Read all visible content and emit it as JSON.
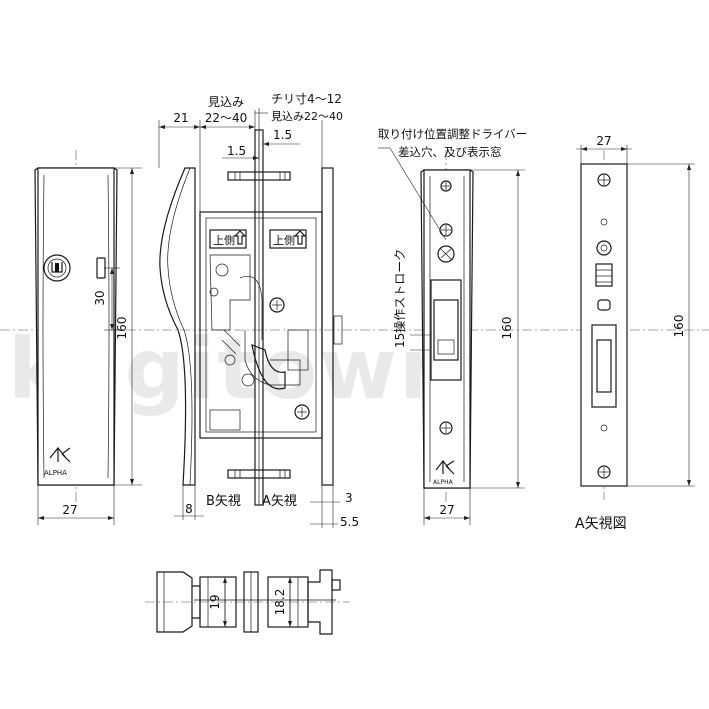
{
  "watermark": "kagitown",
  "dims": {
    "face_width": "27",
    "height": "160",
    "offset_30": "30",
    "depth_21": "21",
    "depth_8": "8",
    "mikomi": "見込み",
    "mikomi_range": "22～40",
    "chiri": "チリ寸4～12",
    "mikomi_range2": "見込み22～40",
    "d15a": "1.5",
    "d15b": "1.5",
    "d3": "3",
    "d55": "5.5",
    "stroke": "15操作ストローク",
    "d19": "19",
    "d182": "18.2"
  },
  "labels": {
    "b_view": "B矢視",
    "a_view": "A矢視",
    "a_view_fig": "A矢視図",
    "driver_note_1": "取り付け位置調整ドライバー",
    "driver_note_2": "差込穴、及び表示窓",
    "upper_side_1": "上側",
    "upper_side_2": "上側",
    "logo": "ALPHA"
  }
}
